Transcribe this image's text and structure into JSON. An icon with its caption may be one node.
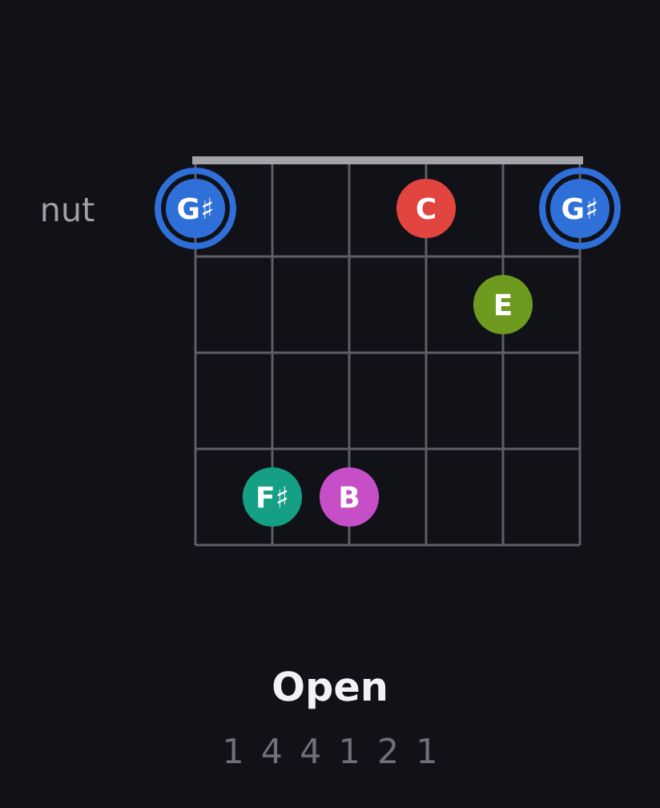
{
  "diagram": {
    "title": "Open",
    "nodes": [
      {
        "text": [
          "G♯"
        ]
      },
      {
        "text": [
          "C"
        ]
      },
      {
        "text": [
          "G♯"
        ]
      },
      {
        "text": [
          "E"
        ]
      },
      {
        "text": [
          "F♯"
        ]
      },
      {
        "text": [
          "B"
        ]
      }
    ],
    "labels": [
      "nut",
      "1 4 4 1 2 1"
    ]
  }
}
